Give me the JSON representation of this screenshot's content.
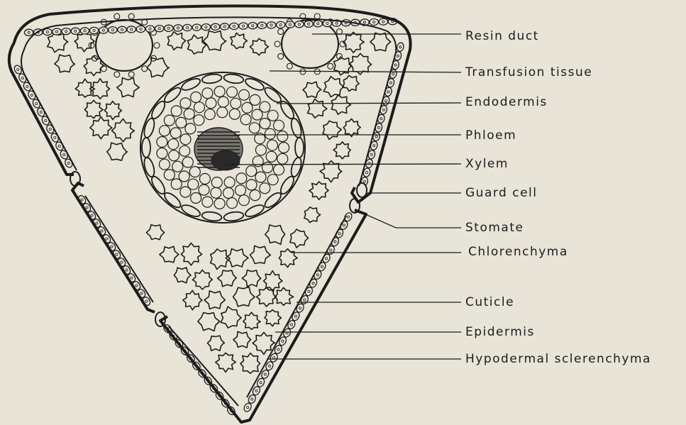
{
  "figure": {
    "background": "#e8e4d8",
    "ink": "#1c1c1c",
    "labels": [
      {
        "key": "resin_duct",
        "text": "Resin duct"
      },
      {
        "key": "transfusion",
        "text": "Transfusion tissue"
      },
      {
        "key": "endodermis",
        "text": "Endodermis"
      },
      {
        "key": "phloem",
        "text": "Phloem"
      },
      {
        "key": "xylem",
        "text": "Xylem"
      },
      {
        "key": "guard_cell",
        "text": "Guard cell"
      },
      {
        "key": "stomate",
        "text": "Stomate"
      },
      {
        "key": "chlorenchyma",
        "text": "Chlorenchyma"
      },
      {
        "key": "cuticle",
        "text": "Cuticle"
      },
      {
        "key": "epidermis",
        "text": "Epidermis"
      },
      {
        "key": "hypodermal",
        "text": "Hypodermal sclerenchyma"
      }
    ]
  }
}
